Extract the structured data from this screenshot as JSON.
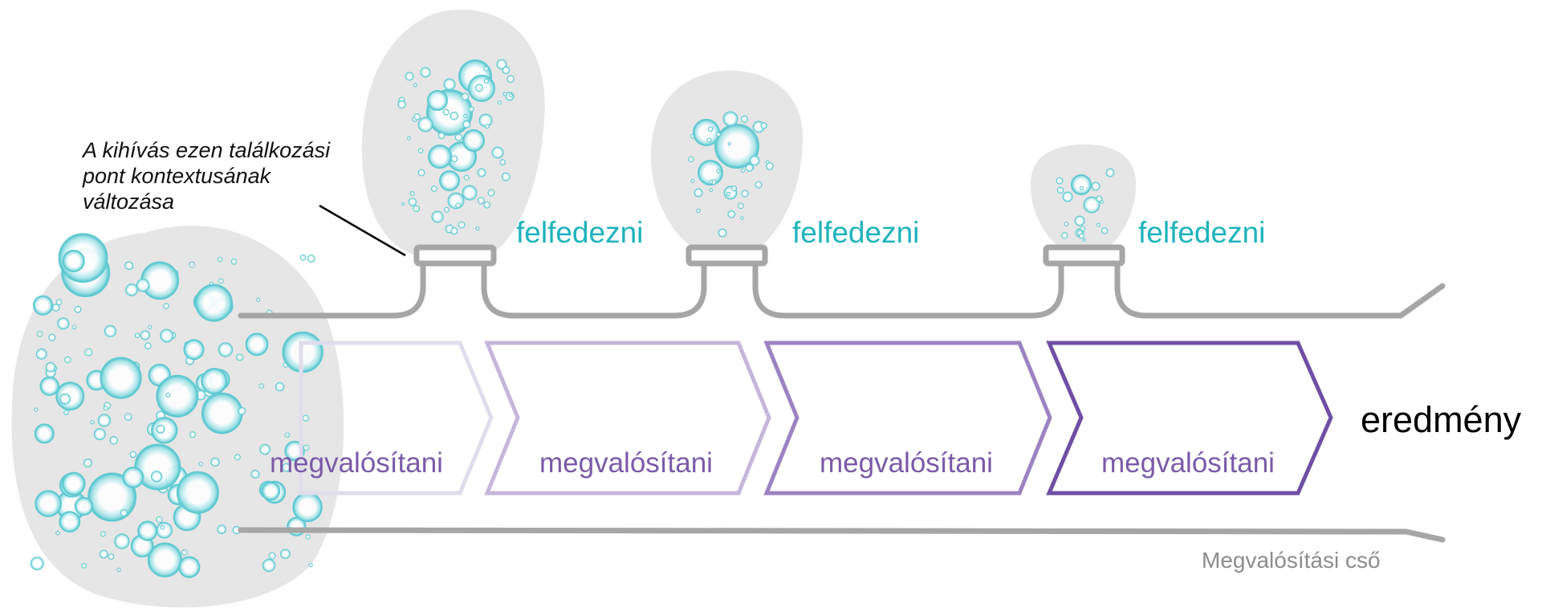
{
  "annotation": {
    "lines": [
      "A kihívás ezen találkozási",
      "pont kontextusának",
      "változása"
    ]
  },
  "explore_labels": [
    "felfedezni",
    "felfedezni",
    "felfedezni"
  ],
  "implement_labels": [
    "megvalósítani",
    "megvalósítani",
    "megvalósítani",
    "megvalósítani"
  ],
  "result_label": "eredmény",
  "pipe_label": "Megvalósítási cső",
  "colors": {
    "bubble_fill": "#e6e6e6",
    "bubble": "#5fc9d2",
    "pipe": "#a6a6a6",
    "explore_text": "#1eb3bd",
    "chevrons": [
      "#e1dcec",
      "#c5b6da",
      "#9b83c1",
      "#6f4fa4"
    ],
    "implement_text": "#7a5aa8",
    "pipe_label": "#8c8c8c"
  }
}
